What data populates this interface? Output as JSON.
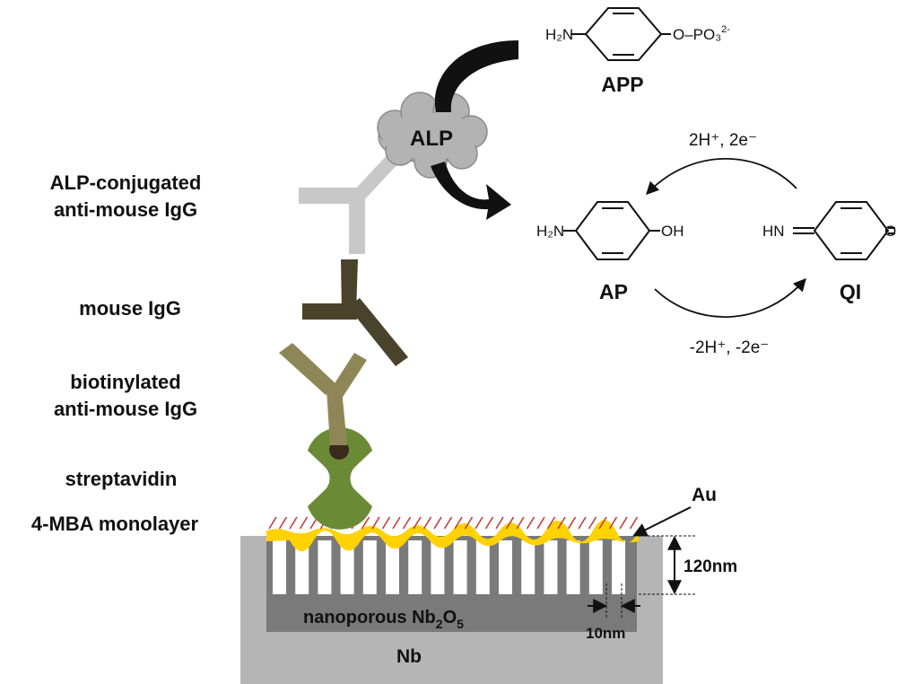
{
  "layer_labels": {
    "alp_conjugated_line1": "ALP-conjugated",
    "alp_conjugated_line2": "anti-mouse IgG",
    "mouse_igg": "mouse IgG",
    "biotinylated_line1": "biotinylated",
    "biotinylated_line2": "anti-mouse IgG",
    "streptavidin": "streptavidin",
    "mba_monolayer": "4-MBA monolayer"
  },
  "enzyme": {
    "label": "ALP"
  },
  "molecules": {
    "app": {
      "name": "APP",
      "left_group": "H₂N",
      "right_group": "O–PO₃",
      "right_charge": "2-"
    },
    "ap": {
      "name": "AP",
      "left_group": "H₂N",
      "right_group": "OH"
    },
    "qi": {
      "name": "QI",
      "left_group": "HN",
      "right_group": "O"
    }
  },
  "reactions": {
    "reduction": "2H⁺, 2e⁻",
    "oxidation": "-2H⁺, -2e⁻"
  },
  "substrate": {
    "au_label": "Au",
    "nb2o5_label_prefix": "nanoporous Nb",
    "nb2o5_sub1": "2",
    "nb2o5_mid": "O",
    "nb2o5_sub2": "5",
    "nb_label": "Nb",
    "depth_label": "120nm",
    "pore_label": "10nm"
  },
  "colors": {
    "alp_antibody": "#c8c8c8",
    "mouse_igg": "#4a432c",
    "biotinylated": "#8f8657",
    "streptavidin": "#6b8a36",
    "biotin": "#3a2a1e",
    "alp_cloud": "#b3b3b3",
    "gold": "#ffd200",
    "monolayer": "#c23b3b",
    "nb2o5": "#7a7a7a",
    "nb": "#b5b5b5",
    "pore": "#ffffff"
  }
}
